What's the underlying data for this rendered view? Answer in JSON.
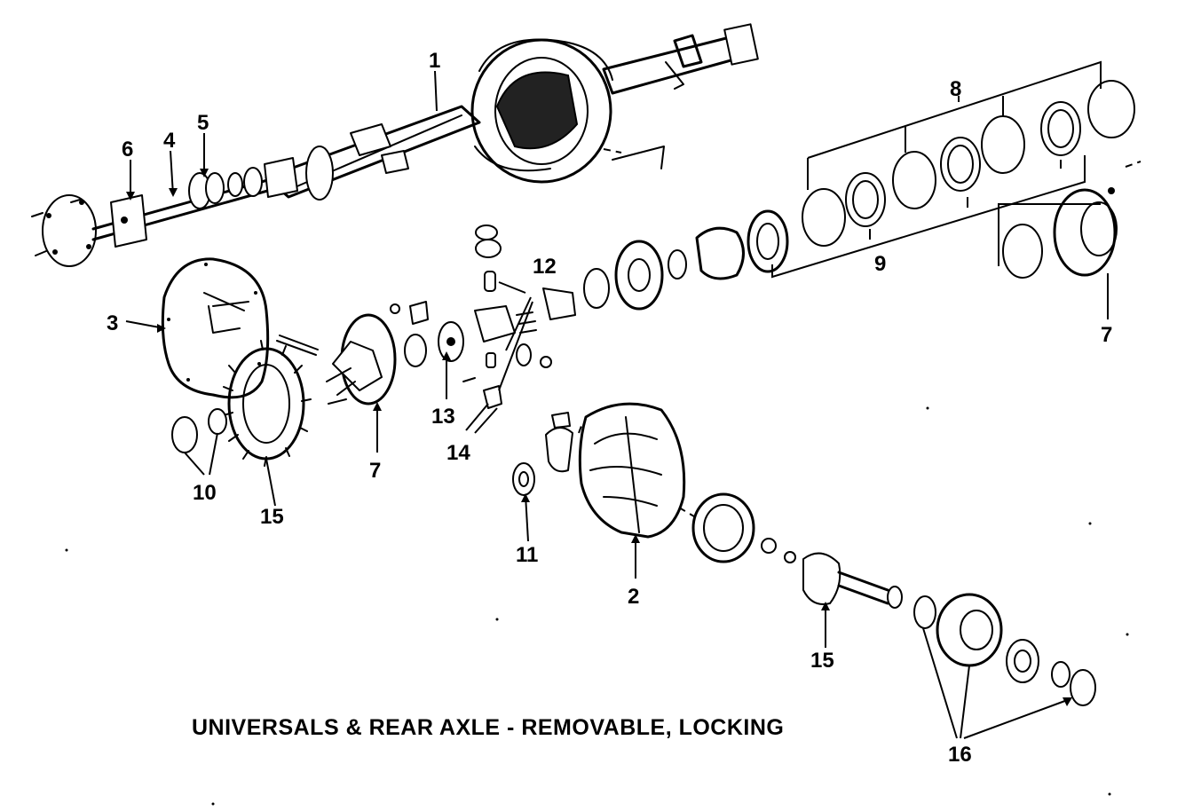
{
  "caption": "UNIVERSALS & REAR AXLE - REMOVABLE, LOCKING",
  "callouts": {
    "c1": "1",
    "c2": "2",
    "c3": "3",
    "c4": "4",
    "c5": "5",
    "c6": "6",
    "c7_case": "7",
    "c7_cover": "7",
    "c8": "8",
    "c9": "9",
    "c10": "10",
    "c11": "11",
    "c12": "12",
    "c13": "13",
    "c14": "14",
    "c15_ring": "15",
    "c15_pinion": "15",
    "c16": "16"
  }
}
